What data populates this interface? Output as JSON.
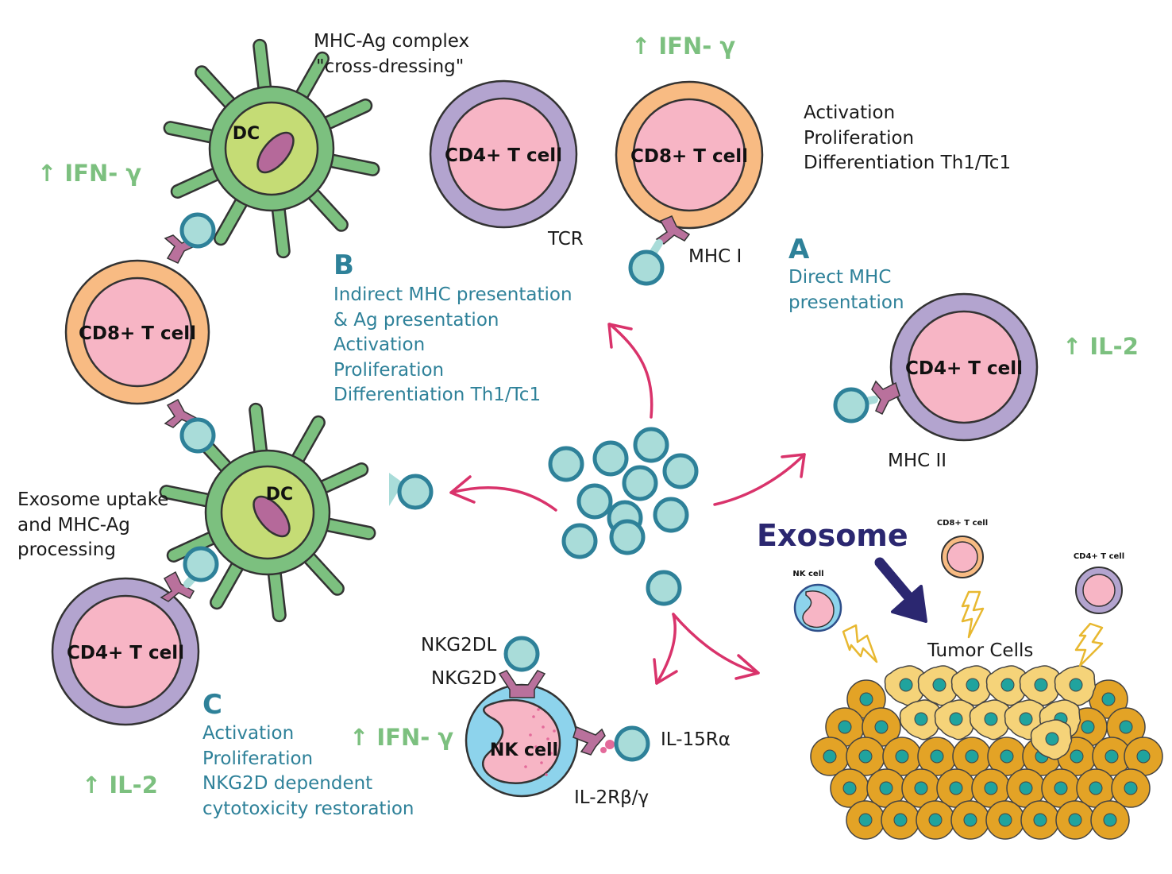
{
  "labels": {
    "mhc_ag_complex": "MHC-Ag complex",
    "cross_dressing": "\"cross-dressing\"",
    "tcr": "TCR",
    "mhc_i": "MHC I",
    "mhc_ii": "MHC II",
    "nkg2dl": "NKG2DL",
    "nkg2d": "NKG2D",
    "il15ra": "IL-15Rα",
    "il2rbg": "IL-2Rβ/γ",
    "exosome": "Exosome",
    "tumor_cells": "Tumor Cells",
    "exosome_uptake": [
      "Exosome uptake",
      "and MHC-Ag",
      "processing"
    ],
    "top_right_effects": [
      "Activation",
      "Proliferation",
      "Differentiation Th1/Tc1"
    ]
  },
  "cells": {
    "cd4_t_cell": "CD4+ T cell",
    "cd8_t_cell": "CD8+ T cell",
    "dc": "DC",
    "nk_cell": "NK cell",
    "nk_cell_small": "NK cell",
    "cd8_t_cell_small": "CD8+ T cell",
    "cd4_t_cell_small": "CD4+ T cell"
  },
  "cytokines": {
    "ifn_gamma": "↑ IFN- γ",
    "il2": "↑ IL-2"
  },
  "section_a": {
    "letter": "A",
    "lines": [
      "Direct MHC",
      "presentation"
    ]
  },
  "section_b": {
    "letter": "B",
    "lines": [
      "Indirect MHC presentation",
      "& Ag presentation",
      "Activation",
      "Proliferation",
      "Differentiation Th1/Tc1"
    ]
  },
  "section_c": {
    "letter": "C",
    "lines": [
      "Activation",
      "Proliferation",
      "NKG2D dependent",
      "cytotoxicity restoration"
    ]
  },
  "colors": {
    "exosome_fill": "#a9dcd9",
    "exosome_stroke": "#2e8199",
    "cd4_ring": "#b3a4cf",
    "cd8_ring": "#f8bb83",
    "cell_core": "#f7b5c5",
    "dc_outer": "#7cc07f",
    "dc_inner": "#c5dc75",
    "nucleus": "#b5699a",
    "receptor": "#b9719c",
    "nk_ring": "#8dd3ec",
    "arrow": "#d9336b",
    "tumor_outer": "#e3a326",
    "tumor_inner": "#20a39e",
    "tumor_light": "#f5d379",
    "exosome_title": "#2b2770",
    "green_text": "#7cc07f",
    "blue_text": "#2e8199"
  }
}
